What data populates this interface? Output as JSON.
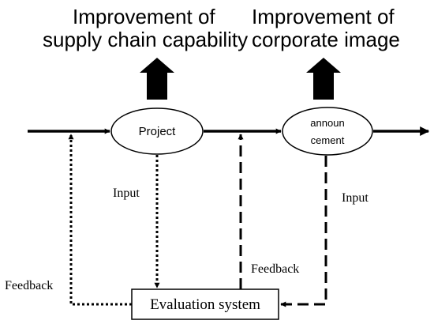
{
  "headings": {
    "left_line1": "Improvement of",
    "left_line2": "supply chain capability",
    "right_line1": "Improvement of",
    "right_line2": "corporate image"
  },
  "nodes": {
    "project": "Project",
    "announcement_line1": "announ",
    "announcement_line2": "cement",
    "evaluation_system": "Evaluation system"
  },
  "labels": {
    "input_left": "Input",
    "input_right": "Input",
    "feedback_left": "Feedback",
    "feedback_right": "Feedback"
  }
}
